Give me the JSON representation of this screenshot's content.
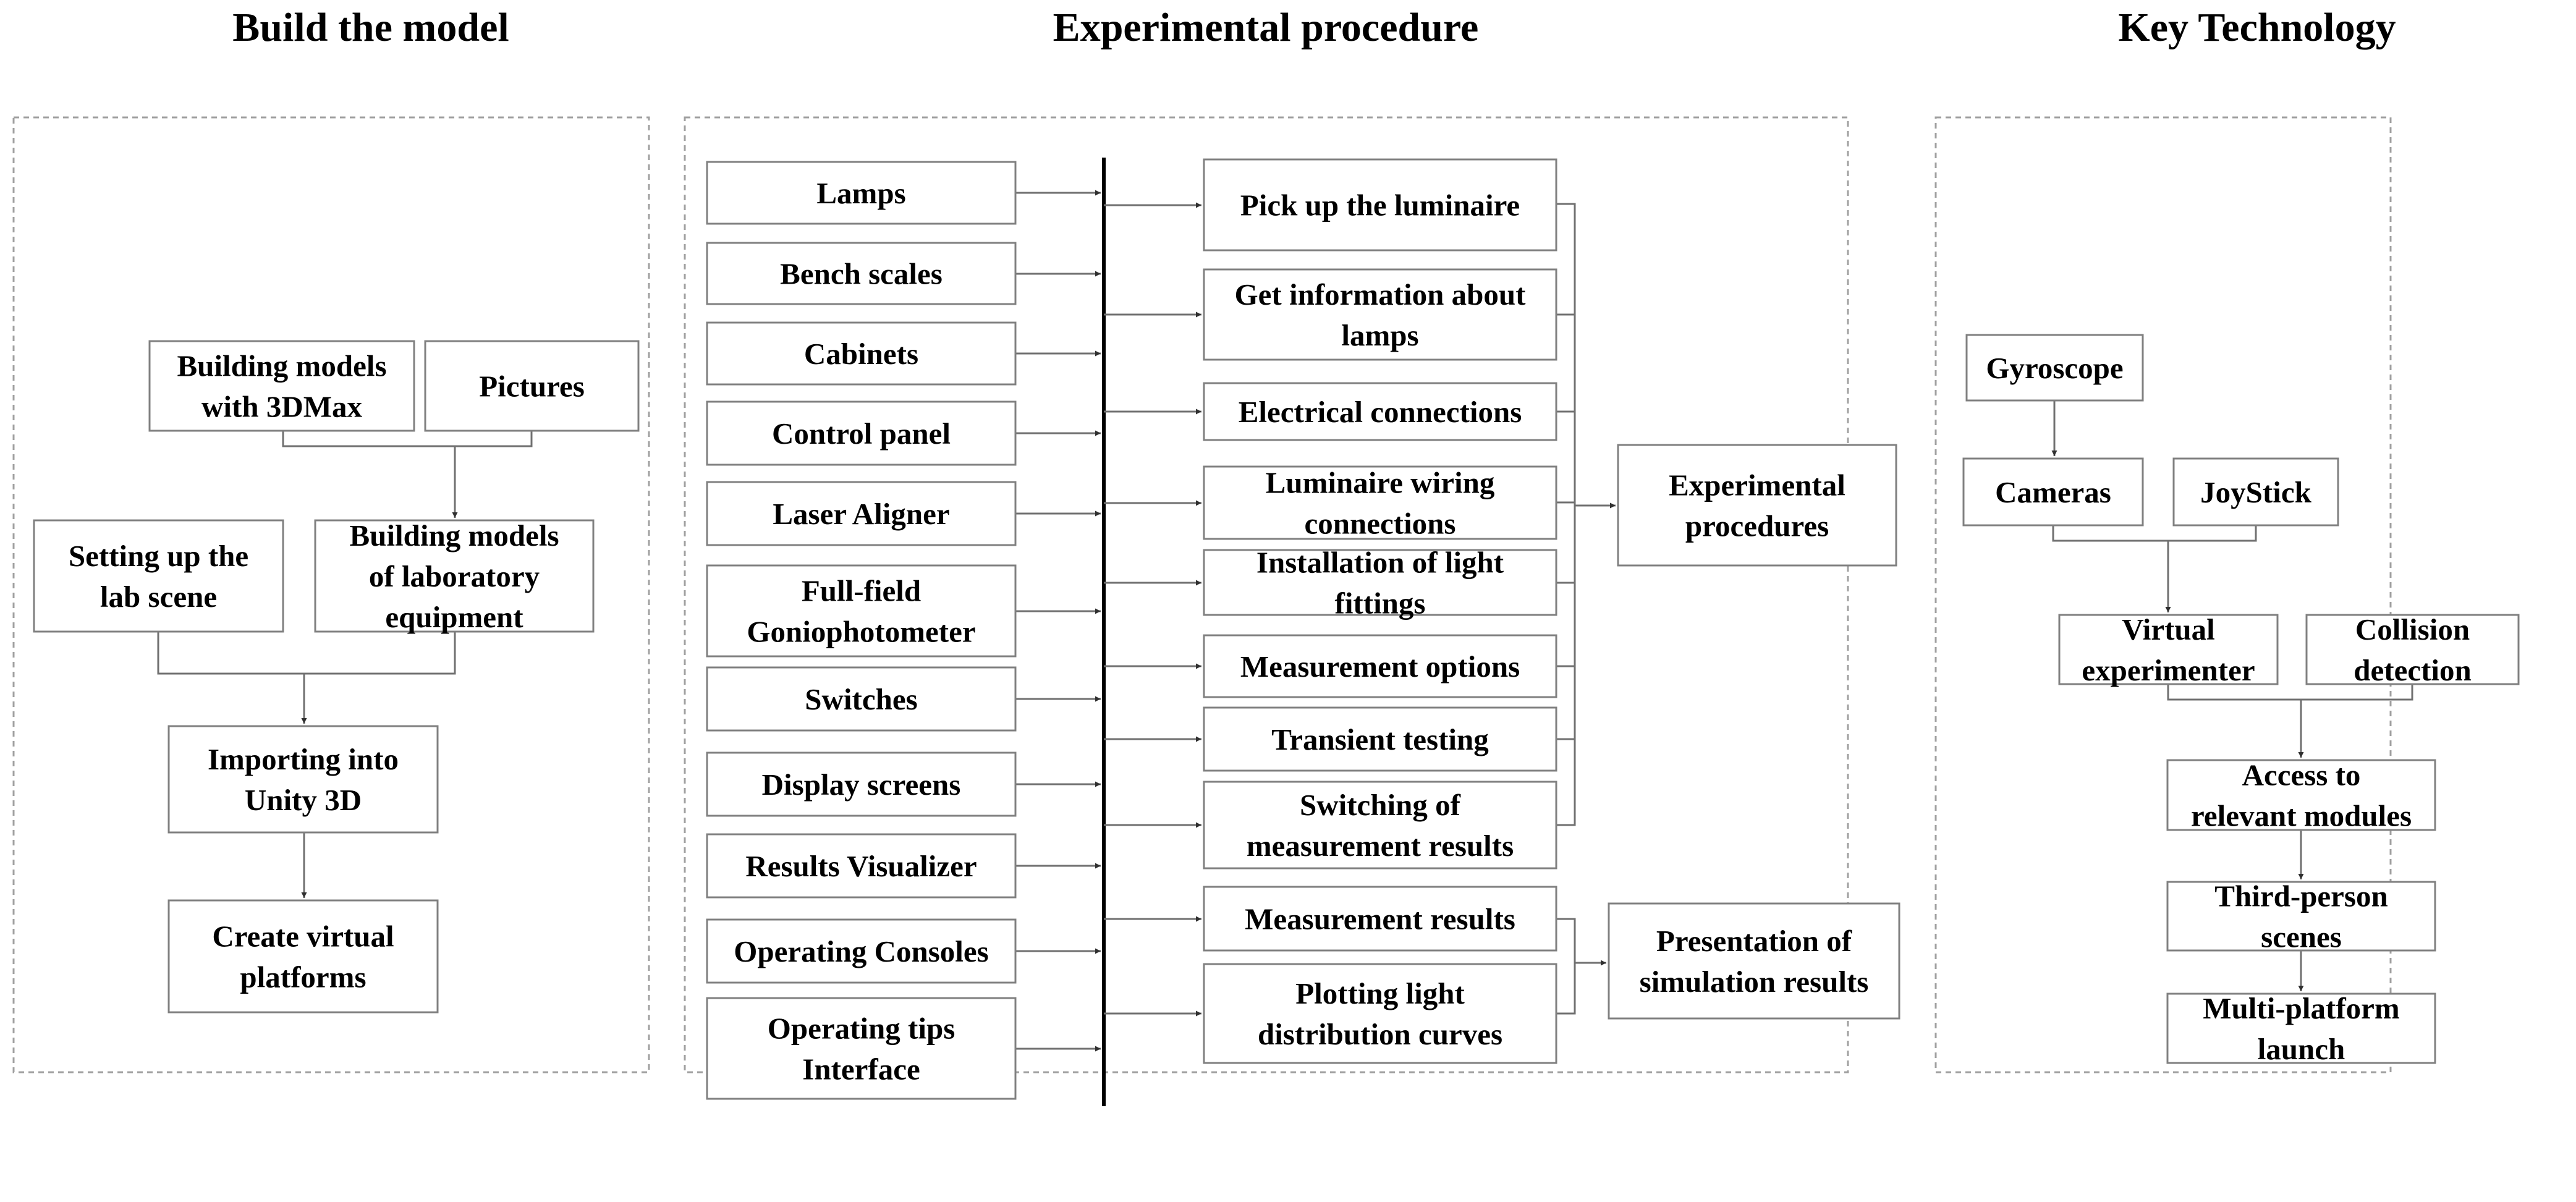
{
  "headers": {
    "build": "Build the model",
    "procedure": "Experimental procedure",
    "key": "Key Technology"
  },
  "build": {
    "models_3dmax": [
      "Building models",
      "with 3DMax"
    ],
    "pictures": [
      "Pictures"
    ],
    "lab_scene": [
      "Setting up the",
      "lab scene"
    ],
    "lab_equipment": [
      "Building models",
      "of laboratory",
      "equipment"
    ],
    "unity": [
      "Importing into",
      "Unity 3D"
    ],
    "platforms": [
      "Create virtual",
      "platforms"
    ]
  },
  "procedure": {
    "inputs": [
      [
        "Lamps"
      ],
      [
        "Bench scales"
      ],
      [
        "Cabinets"
      ],
      [
        "Control panel"
      ],
      [
        "Laser Aligner"
      ],
      [
        "Full-field",
        "Goniophotometer"
      ],
      [
        "Switches"
      ],
      [
        "Display screens"
      ],
      [
        "Results Visualizer"
      ],
      [
        "Operating Consoles"
      ],
      [
        "Operating tips",
        "Interface"
      ]
    ],
    "steps": [
      [
        "Pick up the luminaire"
      ],
      [
        "Get information about",
        "lamps"
      ],
      [
        "Electrical connections"
      ],
      [
        "Luminaire wiring",
        "connections"
      ],
      [
        "Installation of light",
        "fittings"
      ],
      [
        "Measurement options"
      ],
      [
        "Transient testing"
      ],
      [
        "Switching of",
        "measurement results"
      ],
      [
        "Measurement results"
      ],
      [
        "Plotting light",
        "distribution curves"
      ]
    ],
    "outputs": [
      [
        "Experimental",
        "procedures"
      ],
      [
        "Presentation of",
        "simulation results"
      ]
    ]
  },
  "key": {
    "gyroscope": [
      "Gyroscope"
    ],
    "cameras": [
      "Cameras"
    ],
    "joystick": [
      "JoyStick"
    ],
    "virtual_experimenter": [
      "Virtual",
      "experimenter"
    ],
    "collision": [
      "Collision",
      "detection"
    ],
    "access": [
      "Access to",
      "relevant modules"
    ],
    "third_person": [
      "Third-person",
      "scenes"
    ],
    "multi_platform": [
      "Multi-platform",
      "launch"
    ]
  }
}
